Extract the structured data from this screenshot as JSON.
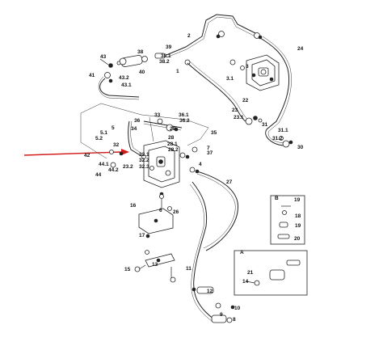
{
  "diagram": {
    "colors": {
      "line": "#222222",
      "arrow": "#d11a1a",
      "background": "#ffffff"
    },
    "inset_labels": [
      "B",
      "A"
    ],
    "callouts": [
      "1",
      "2",
      "3",
      "3.1",
      "4",
      "5",
      "5.1",
      "5.2",
      "6",
      "7",
      "8",
      "9",
      "10",
      "11",
      "12",
      "13",
      "14",
      "15",
      "16",
      "17",
      "18",
      "19",
      "19",
      "20",
      "21",
      "22",
      "23",
      "23.1",
      "23.2",
      "24",
      "26",
      "27",
      "28",
      "28.1",
      "28.2",
      "29",
      "30",
      "31",
      "31.1",
      "31.2",
      "32",
      "32.1",
      "32.2",
      "32.3",
      "33",
      "34",
      "35",
      "36",
      "36.1",
      "36.2",
      "37",
      "38",
      "38.1",
      "38.2",
      "39",
      "40",
      "41",
      "42",
      "43",
      "43.1",
      "43.2",
      "44",
      "44.1",
      "44.2",
      "A",
      "B"
    ]
  }
}
